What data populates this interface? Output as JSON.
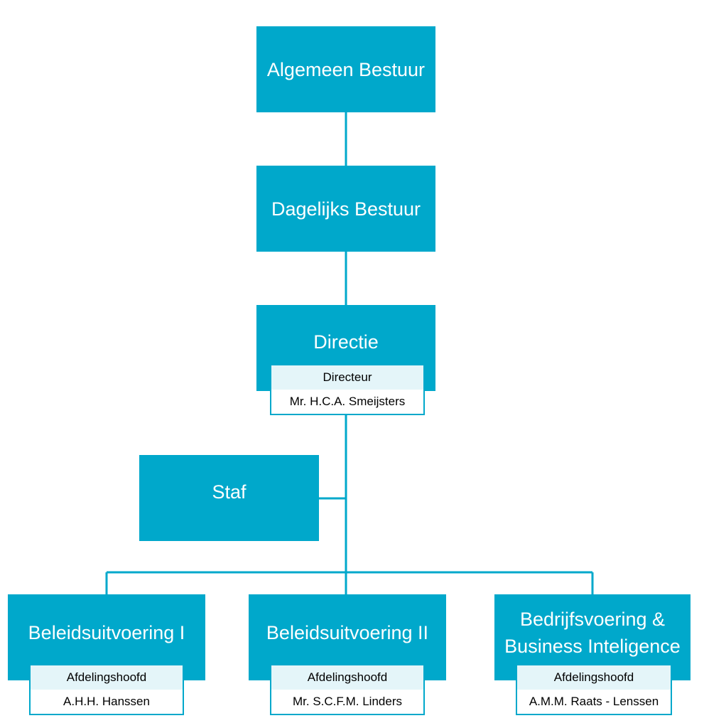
{
  "nodes": {
    "algemeen_bestuur": "Algemeen Bestuur",
    "dagelijks_bestuur": "Dagelijks Bestuur",
    "directie": "Directie",
    "staf": "Staf",
    "beleidsuitvoering_1": "Beleidsuitvoering I",
    "beleidsuitvoering_2": "Beleidsuitvoering II",
    "bedrijfsvoering": "Bedrijfsvoering & Business Inteligence"
  },
  "roles": {
    "directie": {
      "title": "Directeur",
      "name": "Mr. H.C.A. Smeijsters"
    },
    "beleidsuitvoering_1": {
      "title": "Afdelingshoofd",
      "name": "A.H.H. Hanssen"
    },
    "beleidsuitvoering_2": {
      "title": "Afdelingshoofd",
      "name": "Mr. S.C.F.M. Linders"
    },
    "bedrijfsvoering": {
      "title": "Afdelingshoofd",
      "name": "A.M.M. Raats - Lenssen"
    }
  },
  "colors": {
    "box": "#00a8cb",
    "role_header": "#e4f5f9",
    "text_on_box": "#ffffff"
  }
}
